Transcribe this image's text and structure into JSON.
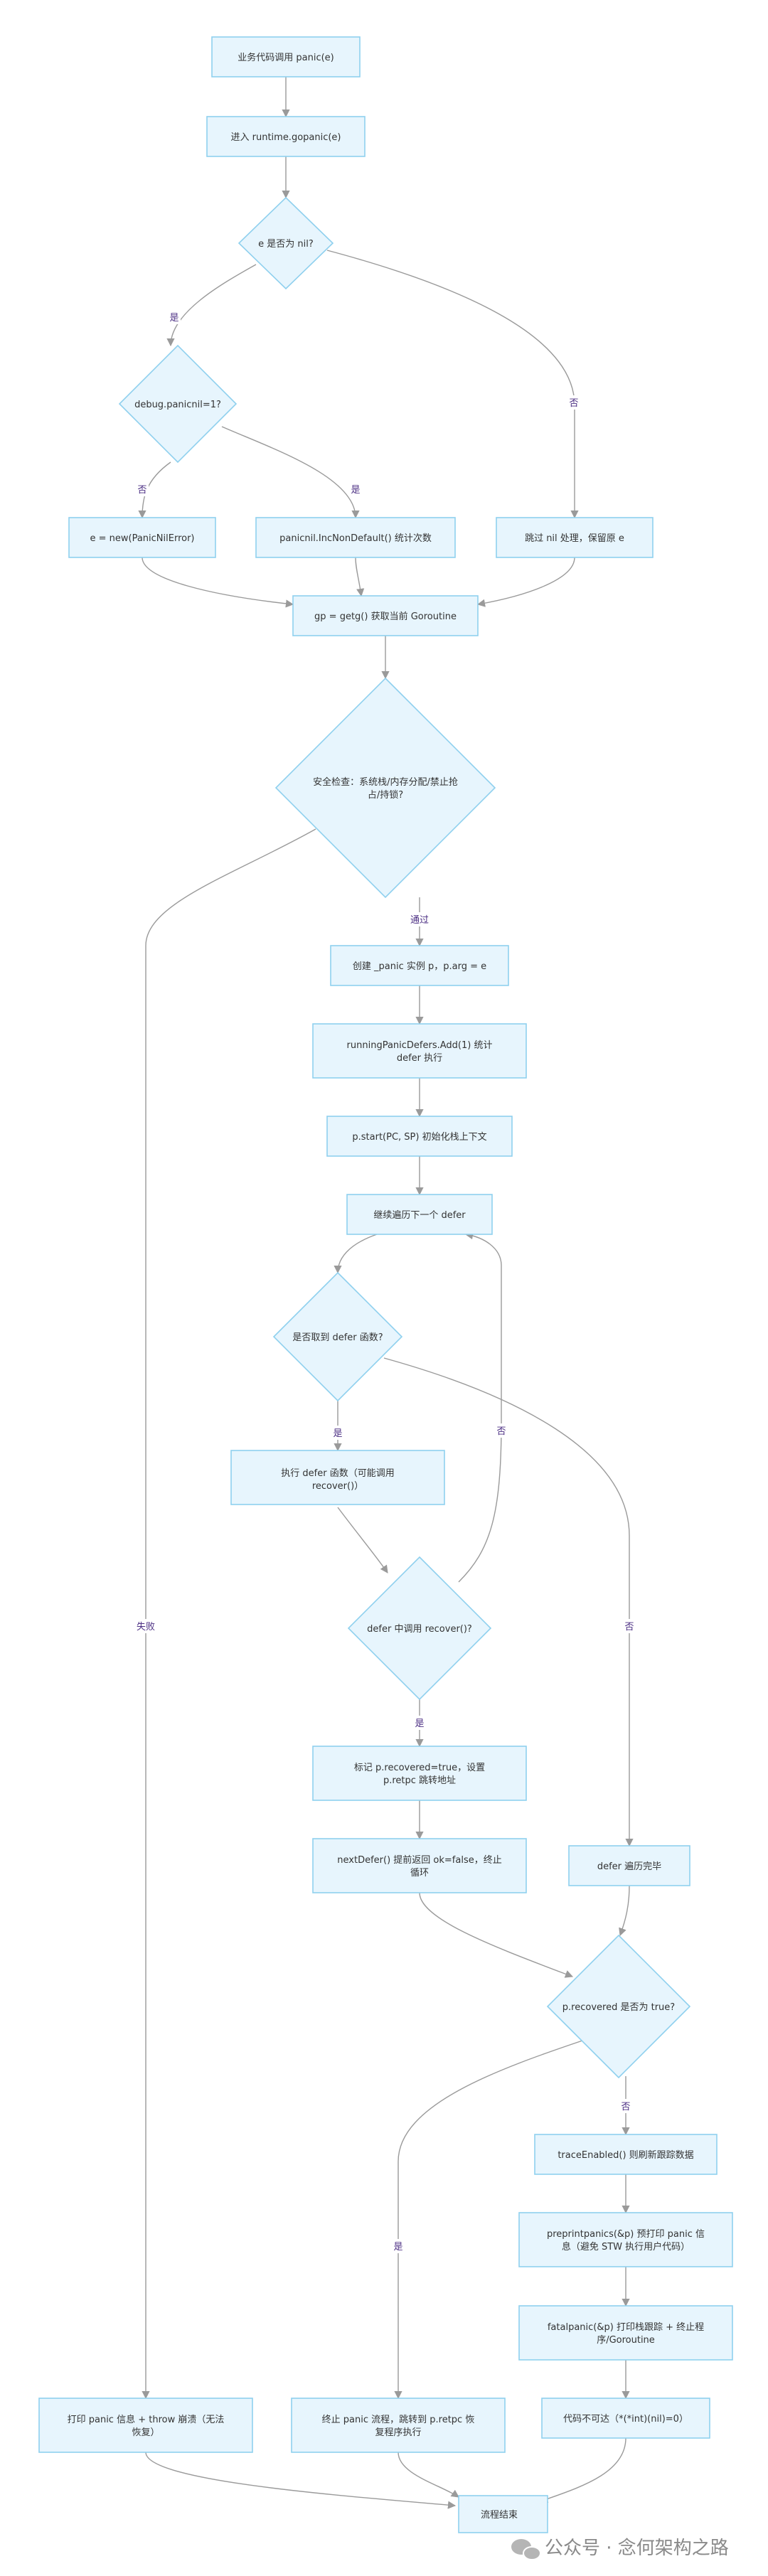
{
  "nodes": {
    "n1": [
      "业务代码调用 panic(e)"
    ],
    "n2": [
      "进入 runtime.gopanic(e)"
    ],
    "d1": [
      "e 是否为 nil?"
    ],
    "d2": [
      "debug.panicnil=1?"
    ],
    "n3": [
      "e = new(PanicNilError)"
    ],
    "n4": [
      "panicnil.IncNonDefault() 统计次数"
    ],
    "n5": [
      "跳过 nil 处理，保留原 e"
    ],
    "n6": [
      "gp = getg() 获取当前 Goroutine"
    ],
    "d3": [
      "安全检查：系统栈/内存分配/禁止抢",
      "占/持锁?"
    ],
    "n7": [
      "创建 _panic 实例 p，p.arg = e"
    ],
    "n8": [
      "runningPanicDefers.Add(1) 统计",
      "defer 执行"
    ],
    "n9": [
      "p.start(PC, SP) 初始化栈上下文"
    ],
    "n10": [
      "继续遍历下一个 defer"
    ],
    "d4": [
      "是否取到 defer 函数?"
    ],
    "n11": [
      "执行 defer 函数（可能调用",
      "recover()）"
    ],
    "d5": [
      "defer 中调用 recover()?"
    ],
    "n12": [
      "标记 p.recovered=true，设置",
      "p.retpc 跳转地址"
    ],
    "n13": [
      "nextDefer() 提前返回 ok=false，终止",
      "循环"
    ],
    "n14": [
      "defer 遍历完毕"
    ],
    "d6": [
      "p.recovered 是否为 true?"
    ],
    "n15": [
      "traceEnabled() 则刷新跟踪数据"
    ],
    "n16": [
      "preprintpanics(&p) 预打印 panic 信",
      "息（避免 STW 执行用户代码）"
    ],
    "n17": [
      "fatalpanic(&p) 打印栈跟踪 + 终止程",
      "序/Goroutine"
    ],
    "n18": [
      "代码不可达（*(*int)(nil)=0）"
    ],
    "n19": [
      "终止 panic 流程，跳转到 p.retpc 恢",
      "复程序执行"
    ],
    "n20": [
      "打印 panic 信息 + throw 崩溃（无法",
      "恢复）"
    ],
    "n21": [
      "流程结束"
    ]
  },
  "edge_labels": {
    "d1_yes": "是",
    "d1_no": "否",
    "d2_no": "否",
    "d2_yes": "是",
    "d3_pass": "通过",
    "d3_fail": "失败",
    "d4_yes": "是",
    "d4_no": "否",
    "d5_no": "否",
    "d5_yes": "是",
    "d6_no": "否",
    "d6_yes": "是"
  },
  "watermark": "公众号 · 念何架构之路",
  "colors": {
    "node_fill": "#e7f5fd",
    "node_stroke": "#8fd0ee",
    "edge": "#9a9a9a",
    "label_text": "#4b2e83"
  }
}
